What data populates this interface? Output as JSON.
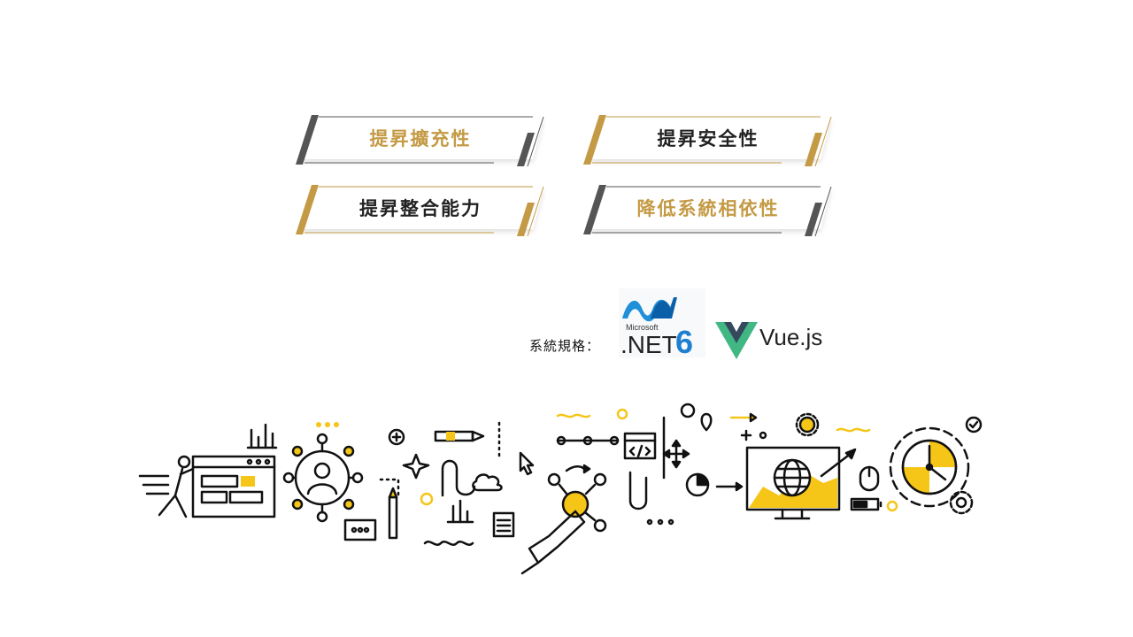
{
  "benefits": [
    {
      "label": "提昇擴充性",
      "color": "#c49a45"
    },
    {
      "label": "提昇安全性",
      "color": "#222222"
    },
    {
      "label": "提昇整合能力",
      "color": "#222222"
    },
    {
      "label": "降低系統相依性",
      "color": "#c49a45"
    }
  ],
  "spec": {
    "label": "系統規格：",
    "net_brand": "Microsoft",
    "net_text": ".NET",
    "net_version": "6",
    "vue_text": "Vue.js"
  },
  "colors": {
    "gold": "#c49a45",
    "dark": "#555555",
    "accent_yellow": "#f5c518",
    "net_blue": "#1e8fd8",
    "vue_green": "#41b883",
    "vue_dark": "#35495e"
  },
  "icons": [
    "bar-chart-icon",
    "person-network-icon",
    "pencil-icon",
    "cloud-icon",
    "cursor-icon",
    "touch-hand-icon",
    "code-window-icon",
    "move-arrows-icon",
    "monitor-globe-icon",
    "gear-icon",
    "clock-gear-icon",
    "battery-icon",
    "mouse-icon",
    "chat-bubble-icon",
    "document-icon",
    "pie-chart-icon",
    "location-pin-icon"
  ]
}
